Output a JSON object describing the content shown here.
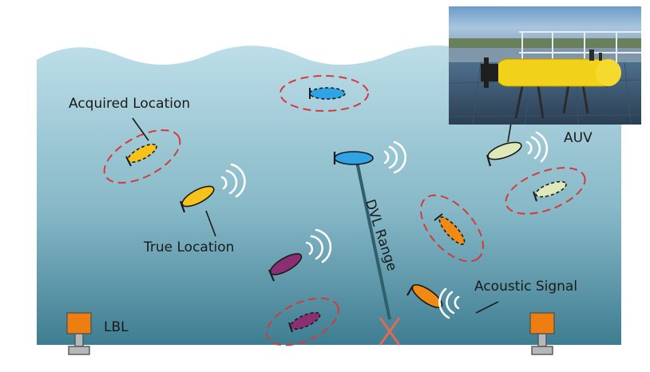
{
  "labels": {
    "acquired_location": "Acquired Location",
    "true_location": "True Location",
    "dvl_range": "DVL Range",
    "acoustic_signal": "Acoustic Signal",
    "auv": "AUV",
    "lbl": "LBL"
  },
  "colors": {
    "water_top": "#b8dbe6",
    "water_bottom": "#3f7f93",
    "estimate_ring": "#d43a3a",
    "cross": "#e06a55",
    "lbl_beacon": "#ee7d12",
    "lbl_base": "#b5b8bb",
    "dvl_line": "#2f5e6c",
    "auv_hull": "#f2d11a"
  },
  "vehicles": [
    {
      "name": "blue",
      "color": "#2ea3e6"
    },
    {
      "name": "yellow",
      "color": "#f7c21a"
    },
    {
      "name": "purple",
      "color": "#8b2e72"
    },
    {
      "name": "orange",
      "color": "#f08a14"
    },
    {
      "name": "pale-green",
      "color": "#dfe8b8"
    }
  ]
}
